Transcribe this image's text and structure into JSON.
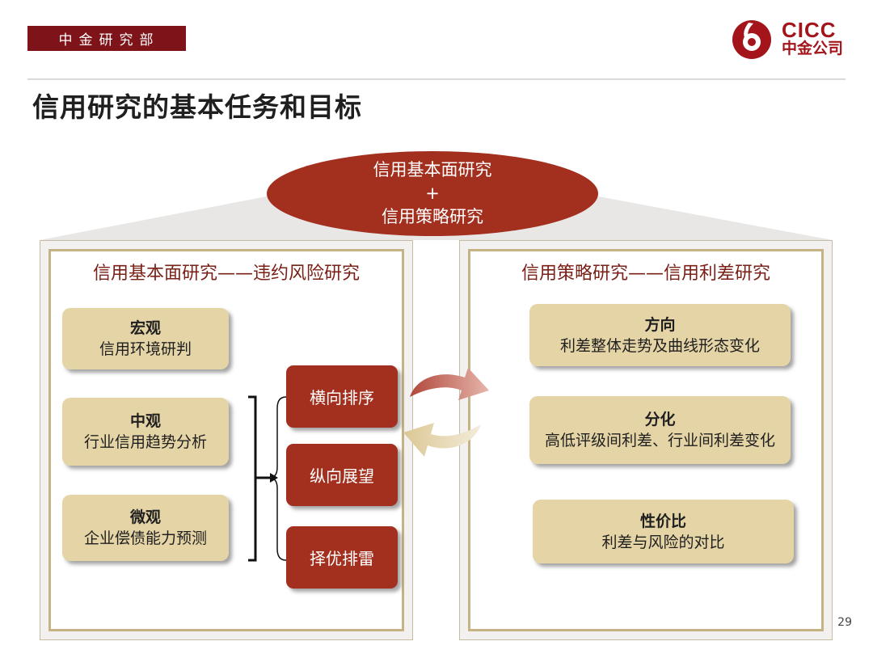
{
  "header": {
    "department": "中金研究部",
    "logo_en": "CICC",
    "logo_cn": "中金公司"
  },
  "page_title": "信用研究的基本任务和目标",
  "core": {
    "line1": "信用基本面研究",
    "line2": "+",
    "line3": "信用策略研究"
  },
  "left_panel": {
    "title": "信用基本面研究——违约风险研究",
    "levels": [
      {
        "head": "宏观",
        "desc": "信用环境研判"
      },
      {
        "head": "中观",
        "desc": "行业信用趋势分析"
      },
      {
        "head": "微观",
        "desc": "企业偿债能力预测"
      }
    ],
    "outputs": [
      "横向排序",
      "纵向展望",
      "择优排雷"
    ]
  },
  "right_panel": {
    "title": "信用策略研究——信用利差研究",
    "items": [
      {
        "head": "方向",
        "desc": "利差整体走势及曲线形态变化"
      },
      {
        "head": "分化",
        "desc": "高低评级间利差、行业间利差变化"
      },
      {
        "head": "性价比",
        "desc": "利差与风险的对比"
      }
    ]
  },
  "page_number": "29",
  "colors": {
    "brand_red": "#7e1419",
    "logo_red": "#a3141b",
    "core_red": "#a3301f",
    "tan_box": "#e4d4a6",
    "panel_border": "#c5b386",
    "title_text": "#7a2016"
  },
  "icons": {
    "logo": "cicc-logo-icon",
    "cycle": "cycle-arrows-icon"
  }
}
